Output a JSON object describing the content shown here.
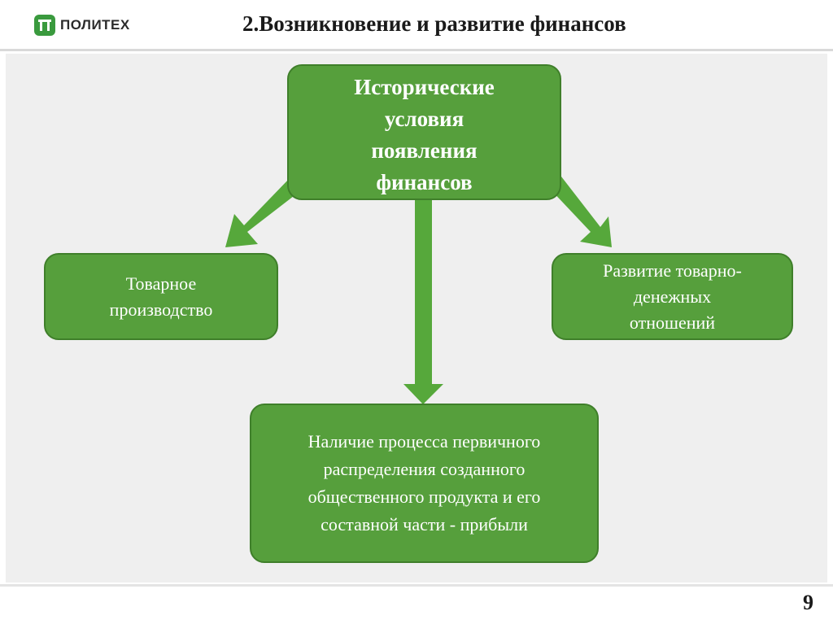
{
  "header": {
    "logo_text": "ПОЛИТЕХ",
    "title": "2.Возникновение и развитие финансов"
  },
  "diagram": {
    "main": {
      "lines": [
        "Исторические",
        "условия",
        "появления",
        "финансов"
      ]
    },
    "left": {
      "lines": [
        "Товарное",
        "производство"
      ]
    },
    "right": {
      "lines": [
        "Развитие товарно-",
        "денежных",
        "отношений"
      ]
    },
    "bottom": {
      "lines": [
        "Наличие процесса первичного",
        "распределения созданного",
        "общественного продукта и его",
        "составной части - прибыли"
      ]
    }
  },
  "footer": {
    "page_number": "9"
  },
  "colors": {
    "box_fill": "#569f3c",
    "box_border": "#3f7f2a",
    "arrow": "#56a83b",
    "logo": "#3a9a3e"
  },
  "icons": {
    "logo": "politeh-logo-icon"
  }
}
